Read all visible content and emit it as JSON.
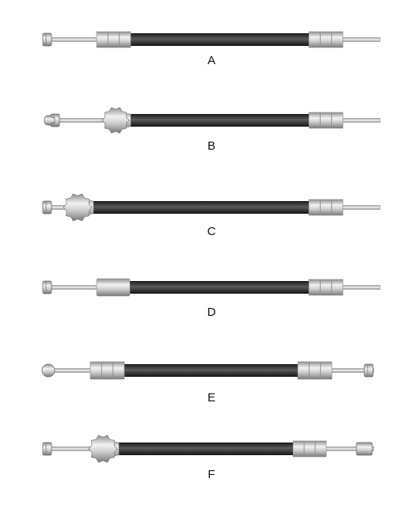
{
  "cables": [
    {
      "label": "A",
      "left_end": "barrel-nipple",
      "left_ferrule": "banded",
      "right_end": "plain",
      "right_ferrule": "banded"
    },
    {
      "label": "B",
      "left_end": "pear-nipple",
      "left_ferrule": "nut",
      "right_end": "plain",
      "right_ferrule": "banded"
    },
    {
      "label": "C",
      "left_end": "barrel-nipple",
      "left_ferrule": "nut-large",
      "right_end": "plain",
      "right_ferrule": "banded"
    },
    {
      "label": "D",
      "left_end": "barrel-nipple",
      "left_ferrule": "sleeve",
      "right_end": "plain",
      "right_ferrule": "banded"
    },
    {
      "label": "E",
      "left_end": "ball-nipple",
      "left_ferrule": "banded",
      "right_end": "barrel-nipple",
      "right_ferrule": "banded"
    },
    {
      "label": "F",
      "left_end": "barrel-nipple",
      "left_ferrule": "nut",
      "right_end": "barrel-nipple",
      "right_ferrule": "banded"
    }
  ],
  "colors": {
    "background": "#ffffff",
    "housing": "#2a2a2a",
    "ferrule": "#c8c8c8",
    "wire": "#b8b8b8",
    "label": "#111111"
  }
}
